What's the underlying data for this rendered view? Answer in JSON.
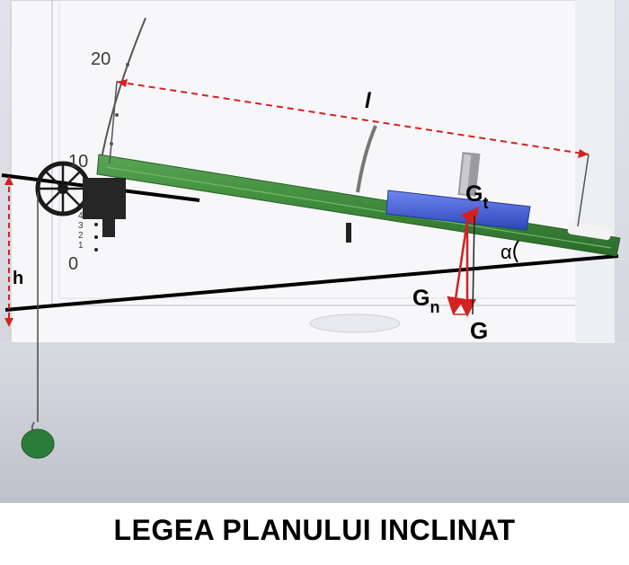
{
  "caption": "LEGEA PLANULUI INCLINAT",
  "labels": {
    "length": "l",
    "height": "h",
    "gravity": "G",
    "tangential_main": "G",
    "tangential_sub": "t",
    "normal_main": "G",
    "normal_sub": "n",
    "angle": "α"
  },
  "scale": {
    "top": "20",
    "mid": "10",
    "bottom": "0",
    "small_marks": [
      "4",
      "3",
      "2",
      "1"
    ]
  },
  "colors": {
    "ramp": "#3f8a3c",
    "cart": "#3f5fd6",
    "vectors": "#d22222",
    "guides": "#000000",
    "board": "#f7f7f9"
  }
}
